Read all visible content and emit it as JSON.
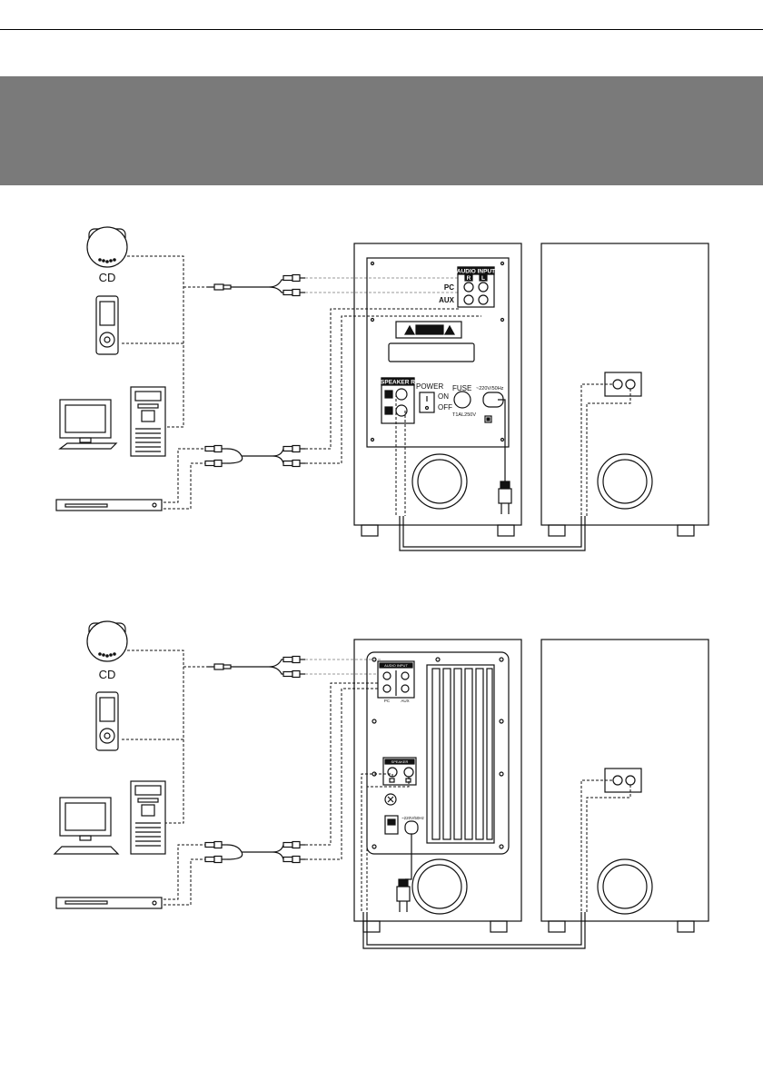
{
  "page": {
    "banner_color": "#7a7a7a"
  },
  "diagram1": {
    "source_label": "CD",
    "panel": {
      "audio_input": "AUDIO INPUT",
      "ch_r": "R",
      "ch_l": "L",
      "pc": "PC",
      "aux": "AUX",
      "speaker_r": "SPEAKER R",
      "power": "POWER",
      "on": "ON",
      "off": "OFF",
      "fuse": "FUSE",
      "fuse_rating": "T1AL250V",
      "voltage": "~220V/50Hz"
    }
  },
  "diagram2": {
    "source_label": "CD",
    "panel": {
      "audio_input": "AUDIO INPUT",
      "pc": "PC",
      "aux": "AUX",
      "speaker": "SPEAKER",
      "voltage": "~220V/50Hz"
    }
  },
  "icons": [
    "cd-player-icon",
    "mp3-player-icon",
    "computer-icon",
    "dvd-player-icon",
    "rca-plug-icon",
    "power-plug-icon",
    "warning-icon"
  ]
}
